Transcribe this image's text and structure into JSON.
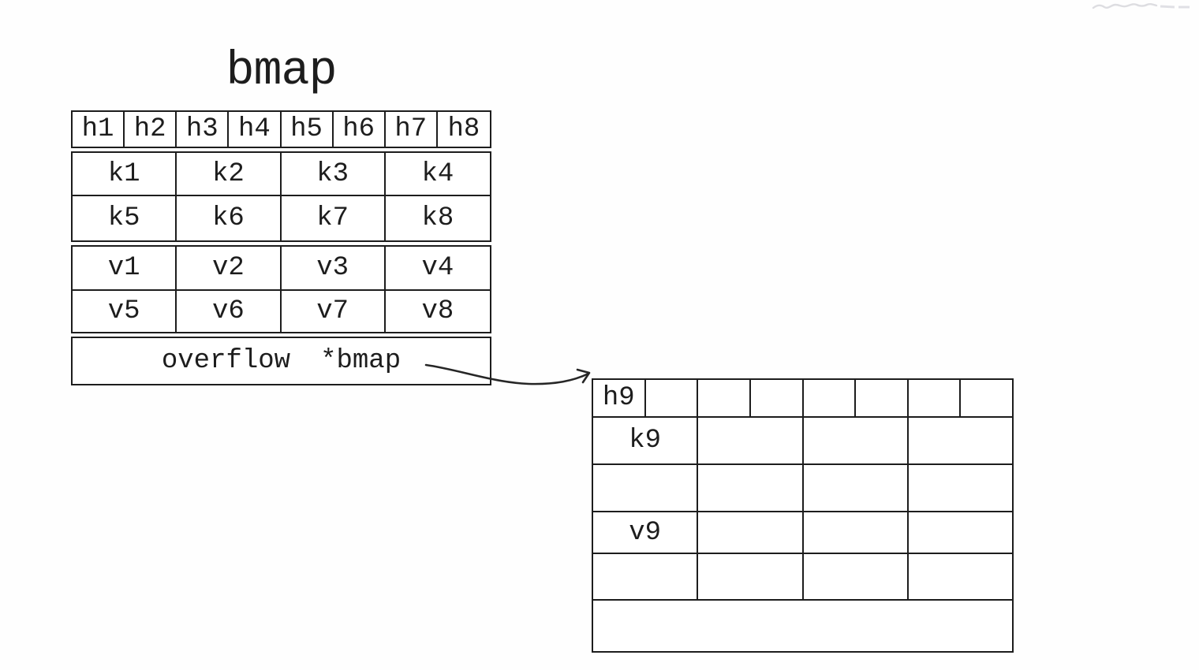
{
  "title": "bmap",
  "bucket": {
    "header": [
      "h1",
      "h2",
      "h3",
      "h4",
      "h5",
      "h6",
      "h7",
      "h8"
    ],
    "key_rows": [
      [
        "k1",
        "k2",
        "k3",
        "k4"
      ],
      [
        "k5",
        "k6",
        "k7",
        "k8"
      ]
    ],
    "value_rows": [
      [
        "v1",
        "v2",
        "v3",
        "v4"
      ],
      [
        "v5",
        "v6",
        "v7",
        "v8"
      ]
    ],
    "overflow_field": "overflow",
    "overflow_type": "*bmap"
  },
  "overflow_bucket": {
    "header": [
      "h9",
      "",
      "",
      "",
      "",
      "",
      "",
      ""
    ],
    "key_rows": [
      [
        "k9",
        "",
        "",
        ""
      ],
      [
        "",
        "",
        "",
        ""
      ]
    ],
    "value_rows": [
      [
        "v9",
        "",
        "",
        ""
      ],
      [
        "",
        "",
        "",
        ""
      ]
    ],
    "overflow_label": ""
  },
  "colors": {
    "ink": "#1d1d1d",
    "background": "#ffffff",
    "scribble": "#d9d9de"
  }
}
